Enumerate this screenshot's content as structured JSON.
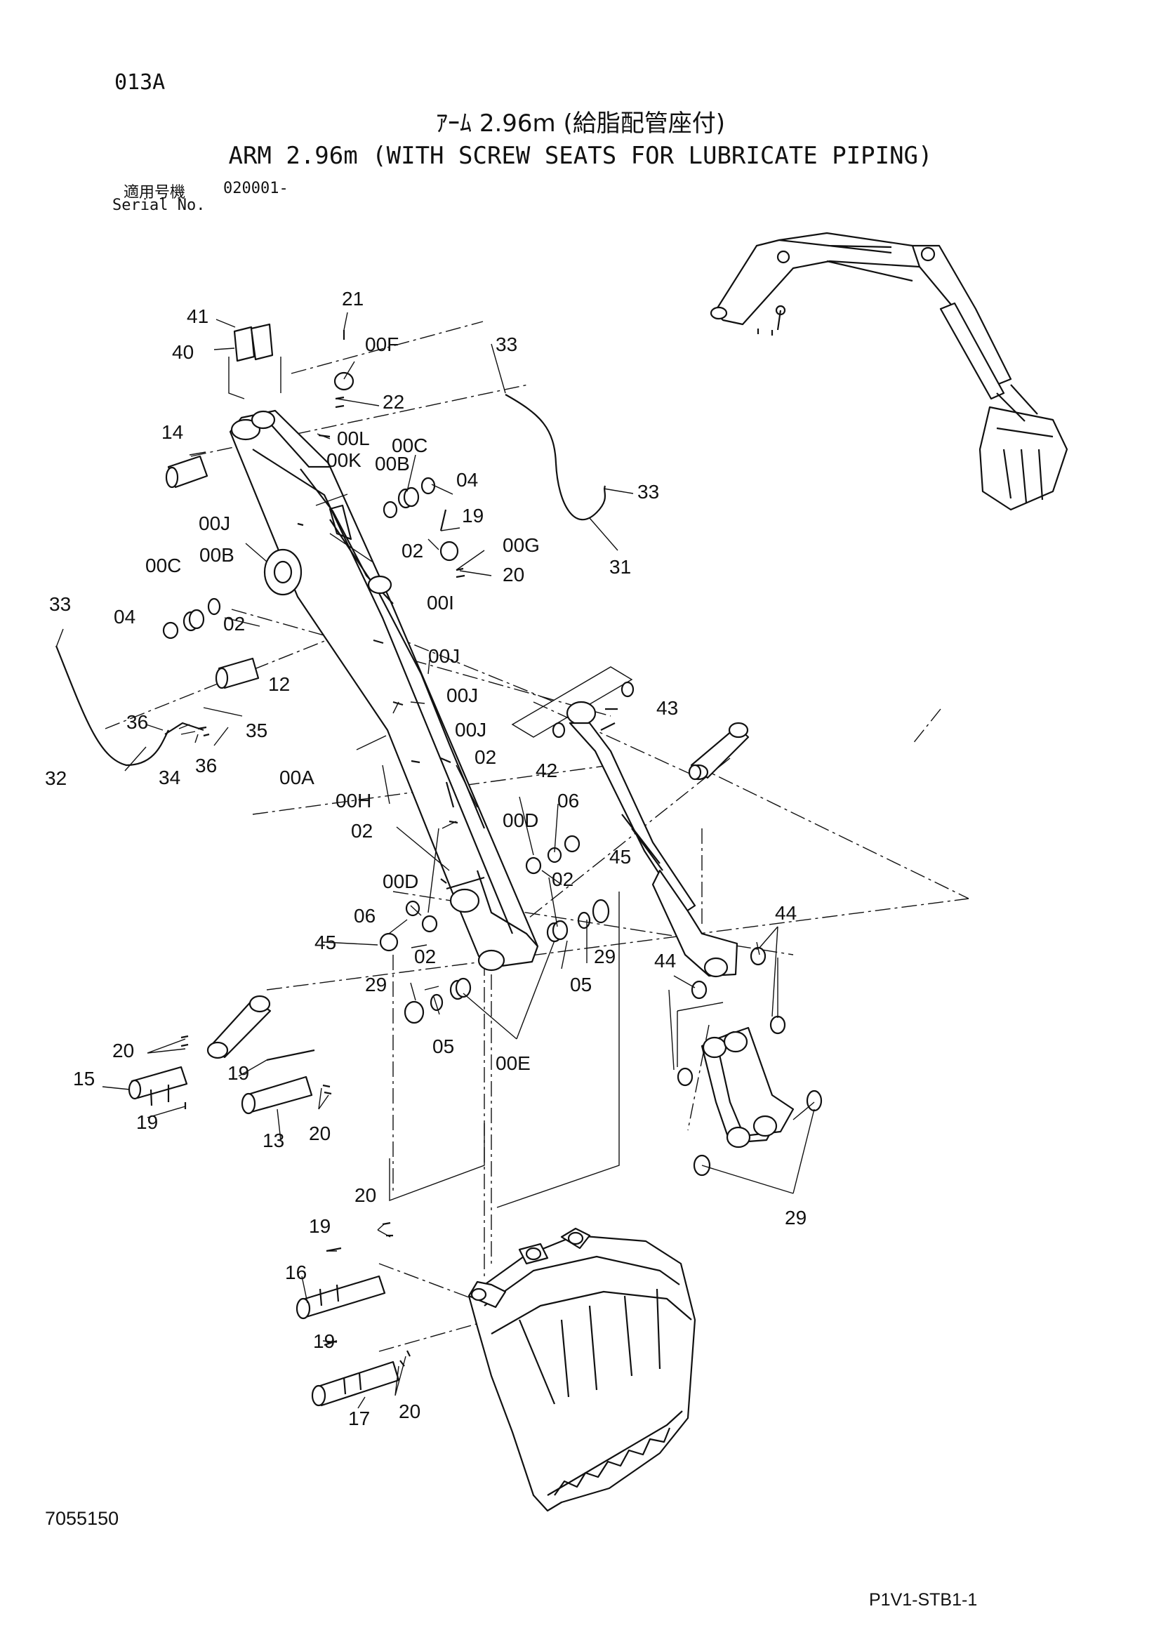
{
  "header": {
    "page_code": "013A",
    "title_jp": "ｱｰﾑ 2.96m (給脂配管座付)",
    "title_en": "ARM 2.96m (WITH SCREW SEATS FOR LUBRICATE PIPING)",
    "serial_label_jp": "適用号機",
    "serial_value": "020001-",
    "serial_label_en": "Serial No."
  },
  "footer": {
    "document_number": "7055150",
    "page_reference": "P1V1-STB1-1"
  },
  "labels": {
    "l41": "41",
    "l40": "40",
    "l21": "21",
    "l00F": "00F",
    "l22": "22",
    "l33a": "33",
    "l14": "14",
    "l00L": "00L",
    "l00C_a": "00C",
    "l00K": "00K",
    "l00B_a": "00B",
    "l04_a": "04",
    "l33b": "33",
    "l19_a": "19",
    "l00J_a": "00J",
    "l02_a": "02",
    "l00G": "00G",
    "l20_a": "20",
    "l31": "31",
    "l00C_b": "00C",
    "l00B_b": "00B",
    "l00I": "00I",
    "l33c": "33",
    "l04_b": "04",
    "l02_b": "02",
    "l00J_b": "00J",
    "l12": "12",
    "l00J_c": "00J",
    "l43": "43",
    "l36_a": "36",
    "l35": "35",
    "l00J_d": "00J",
    "l42": "42",
    "l32": "32",
    "l34": "34",
    "l36_b": "36",
    "l00A": "00A",
    "l02_c": "02",
    "l00H": "00H",
    "l06_a": "06",
    "l02_d": "02",
    "l00D_a": "00D",
    "l45_a": "45",
    "l00D_b": "00D",
    "l02_e": "02",
    "l06_b": "06",
    "l44_a": "44",
    "l45_b": "45",
    "l02_f": "02",
    "l29_a": "29",
    "l44_b": "44",
    "l05_a": "05",
    "l29_b": "29",
    "l05_b": "05",
    "l00E": "00E",
    "l20_b": "20",
    "l15": "15",
    "l19_b": "19",
    "l19_c": "19",
    "l13": "13",
    "l20_c": "20",
    "l29_c": "29",
    "l20_d": "20",
    "l19_d": "19",
    "l16": "16",
    "l19_e": "19",
    "l17": "17",
    "l20_e": "20"
  }
}
